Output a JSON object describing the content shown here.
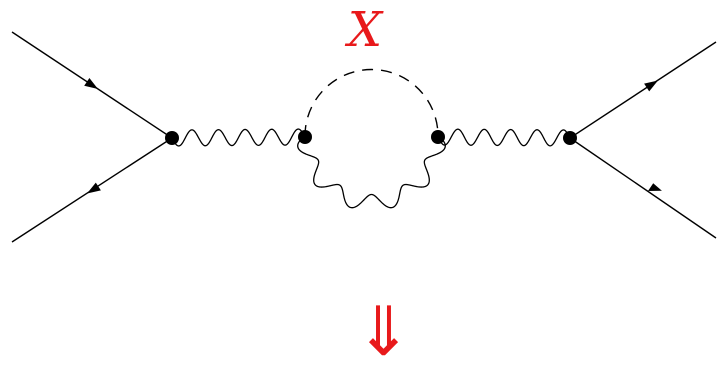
{
  "diagram": {
    "loop_label": "X",
    "arrow_glyph": "⇓",
    "colors": {
      "line": "#000000",
      "label": "#e8191b",
      "arrow": "#e8191b"
    },
    "particles": [
      {
        "name": "incoming-fermion-upper",
        "line_style": "solid",
        "arrow": "toward-vertex"
      },
      {
        "name": "incoming-fermion-lower",
        "line_style": "solid",
        "arrow": "away-from-vertex"
      },
      {
        "name": "propagator-left",
        "line_style": "wavy"
      },
      {
        "name": "loop-scalar-upper",
        "line_style": "dashed"
      },
      {
        "name": "loop-boson-lower",
        "line_style": "wavy"
      },
      {
        "name": "propagator-right",
        "line_style": "wavy"
      },
      {
        "name": "outgoing-fermion-upper",
        "line_style": "solid",
        "arrow": "away-from-vertex"
      },
      {
        "name": "outgoing-fermion-lower",
        "line_style": "solid",
        "arrow": "toward-vertex"
      }
    ],
    "vertices": 4
  }
}
